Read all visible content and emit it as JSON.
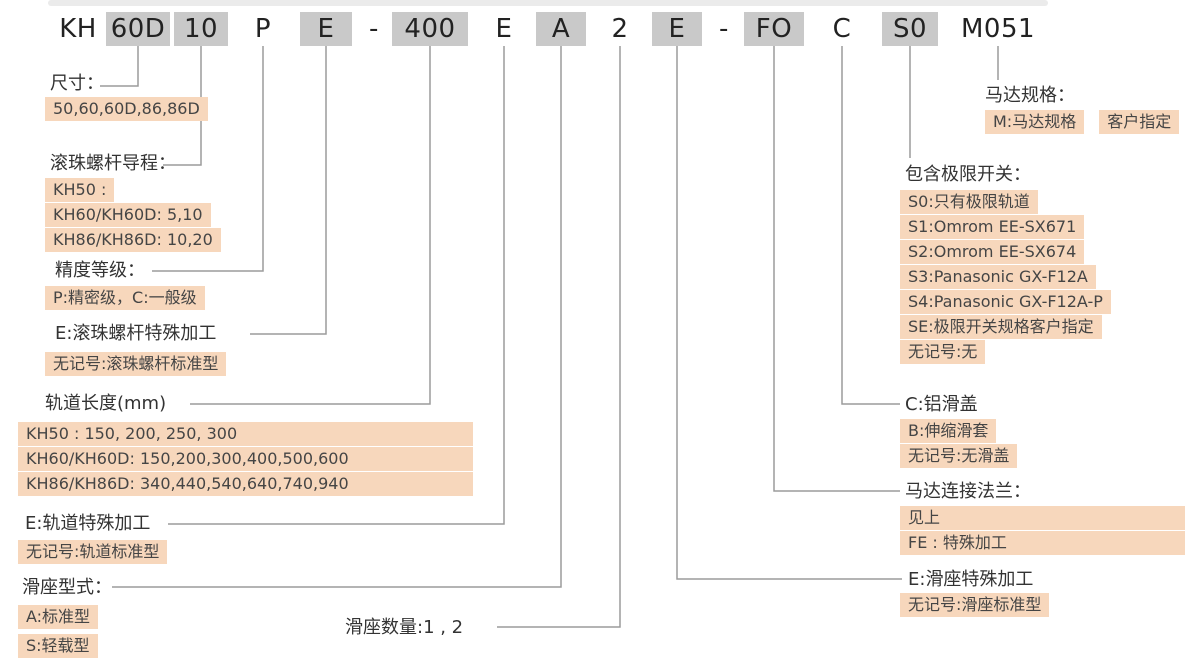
{
  "model_code": {
    "segments": [
      {
        "text": "KH",
        "highlighted": false
      },
      {
        "text": "60D",
        "highlighted": true
      },
      {
        "text": "10",
        "highlighted": true
      },
      {
        "text": "P",
        "highlighted": false
      },
      {
        "text": "E",
        "highlighted": true
      },
      {
        "text": "-",
        "highlighted": false
      },
      {
        "text": "400",
        "highlighted": true
      },
      {
        "text": "E",
        "highlighted": false
      },
      {
        "text": "A",
        "highlighted": true
      },
      {
        "text": "2",
        "highlighted": false
      },
      {
        "text": "E",
        "highlighted": true
      },
      {
        "text": "-",
        "highlighted": false
      },
      {
        "text": "FO",
        "highlighted": true
      },
      {
        "text": "C",
        "highlighted": false
      },
      {
        "text": "S0",
        "highlighted": true
      },
      {
        "text": "M051",
        "highlighted": false
      }
    ]
  },
  "groups": {
    "size": {
      "label": "尺寸：",
      "items": [
        "50,60,60D,86,86D"
      ]
    },
    "lead": {
      "label": "滚珠螺杆导程：",
      "items": [
        "KH50 :",
        "KH60/KH60D: 5,10",
        "KH86/KH86D: 10,20"
      ]
    },
    "accuracy": {
      "label": "精度等级：",
      "items": [
        "P:精密级，C:一般级"
      ]
    },
    "screw_special": {
      "label": "E:滚珠螺杆特殊加工",
      "items": [
        "无记号:滚珠螺杆标准型"
      ]
    },
    "rail_length": {
      "label": "轨道长度(mm)",
      "items": [
        "KH50 : 150, 200, 250, 300",
        "KH60/KH60D: 150,200,300,400,500,600",
        "KH86/KH86D: 340,440,540,640,740,940"
      ]
    },
    "rail_special": {
      "label": "E:轨道特殊加工",
      "items": [
        "无记号:轨道标准型"
      ]
    },
    "slider_type": {
      "label": "滑座型式：",
      "items": [
        "A:标准型",
        "S:轻载型"
      ]
    },
    "slider_qty": {
      "label": "滑座数量:1 , 2"
    },
    "motor_spec": {
      "label": "马达规格：",
      "items": [
        "M:马达规格",
        "客户指定"
      ]
    },
    "limit_switch": {
      "label": "包含极限开关：",
      "items": [
        "S0:只有极限轨道",
        "S1:Omrom EE-SX671",
        "S2:Omrom EE-SX674",
        "S3:Panasonic GX-F12A",
        "S4:Panasonic GX-F12A-P",
        "SE:极限开关规格客户指定",
        "无记号:无"
      ]
    },
    "cover": {
      "label": "C:铝滑盖",
      "items": [
        "B:伸缩滑套",
        "无记号:无滑盖"
      ]
    },
    "flange": {
      "label": "马达连接法兰：",
      "items": [
        "见上",
        "FE : 特殊加工"
      ]
    },
    "slider_special": {
      "label": "E:滑座特殊加工",
      "items": [
        "无记号:滑座标准型"
      ]
    }
  },
  "colors": {
    "highlight_gray": "#c9c9c9",
    "highlight_peach": "#f7d7bc",
    "text": "#333333",
    "line": "#9b9b9b"
  }
}
